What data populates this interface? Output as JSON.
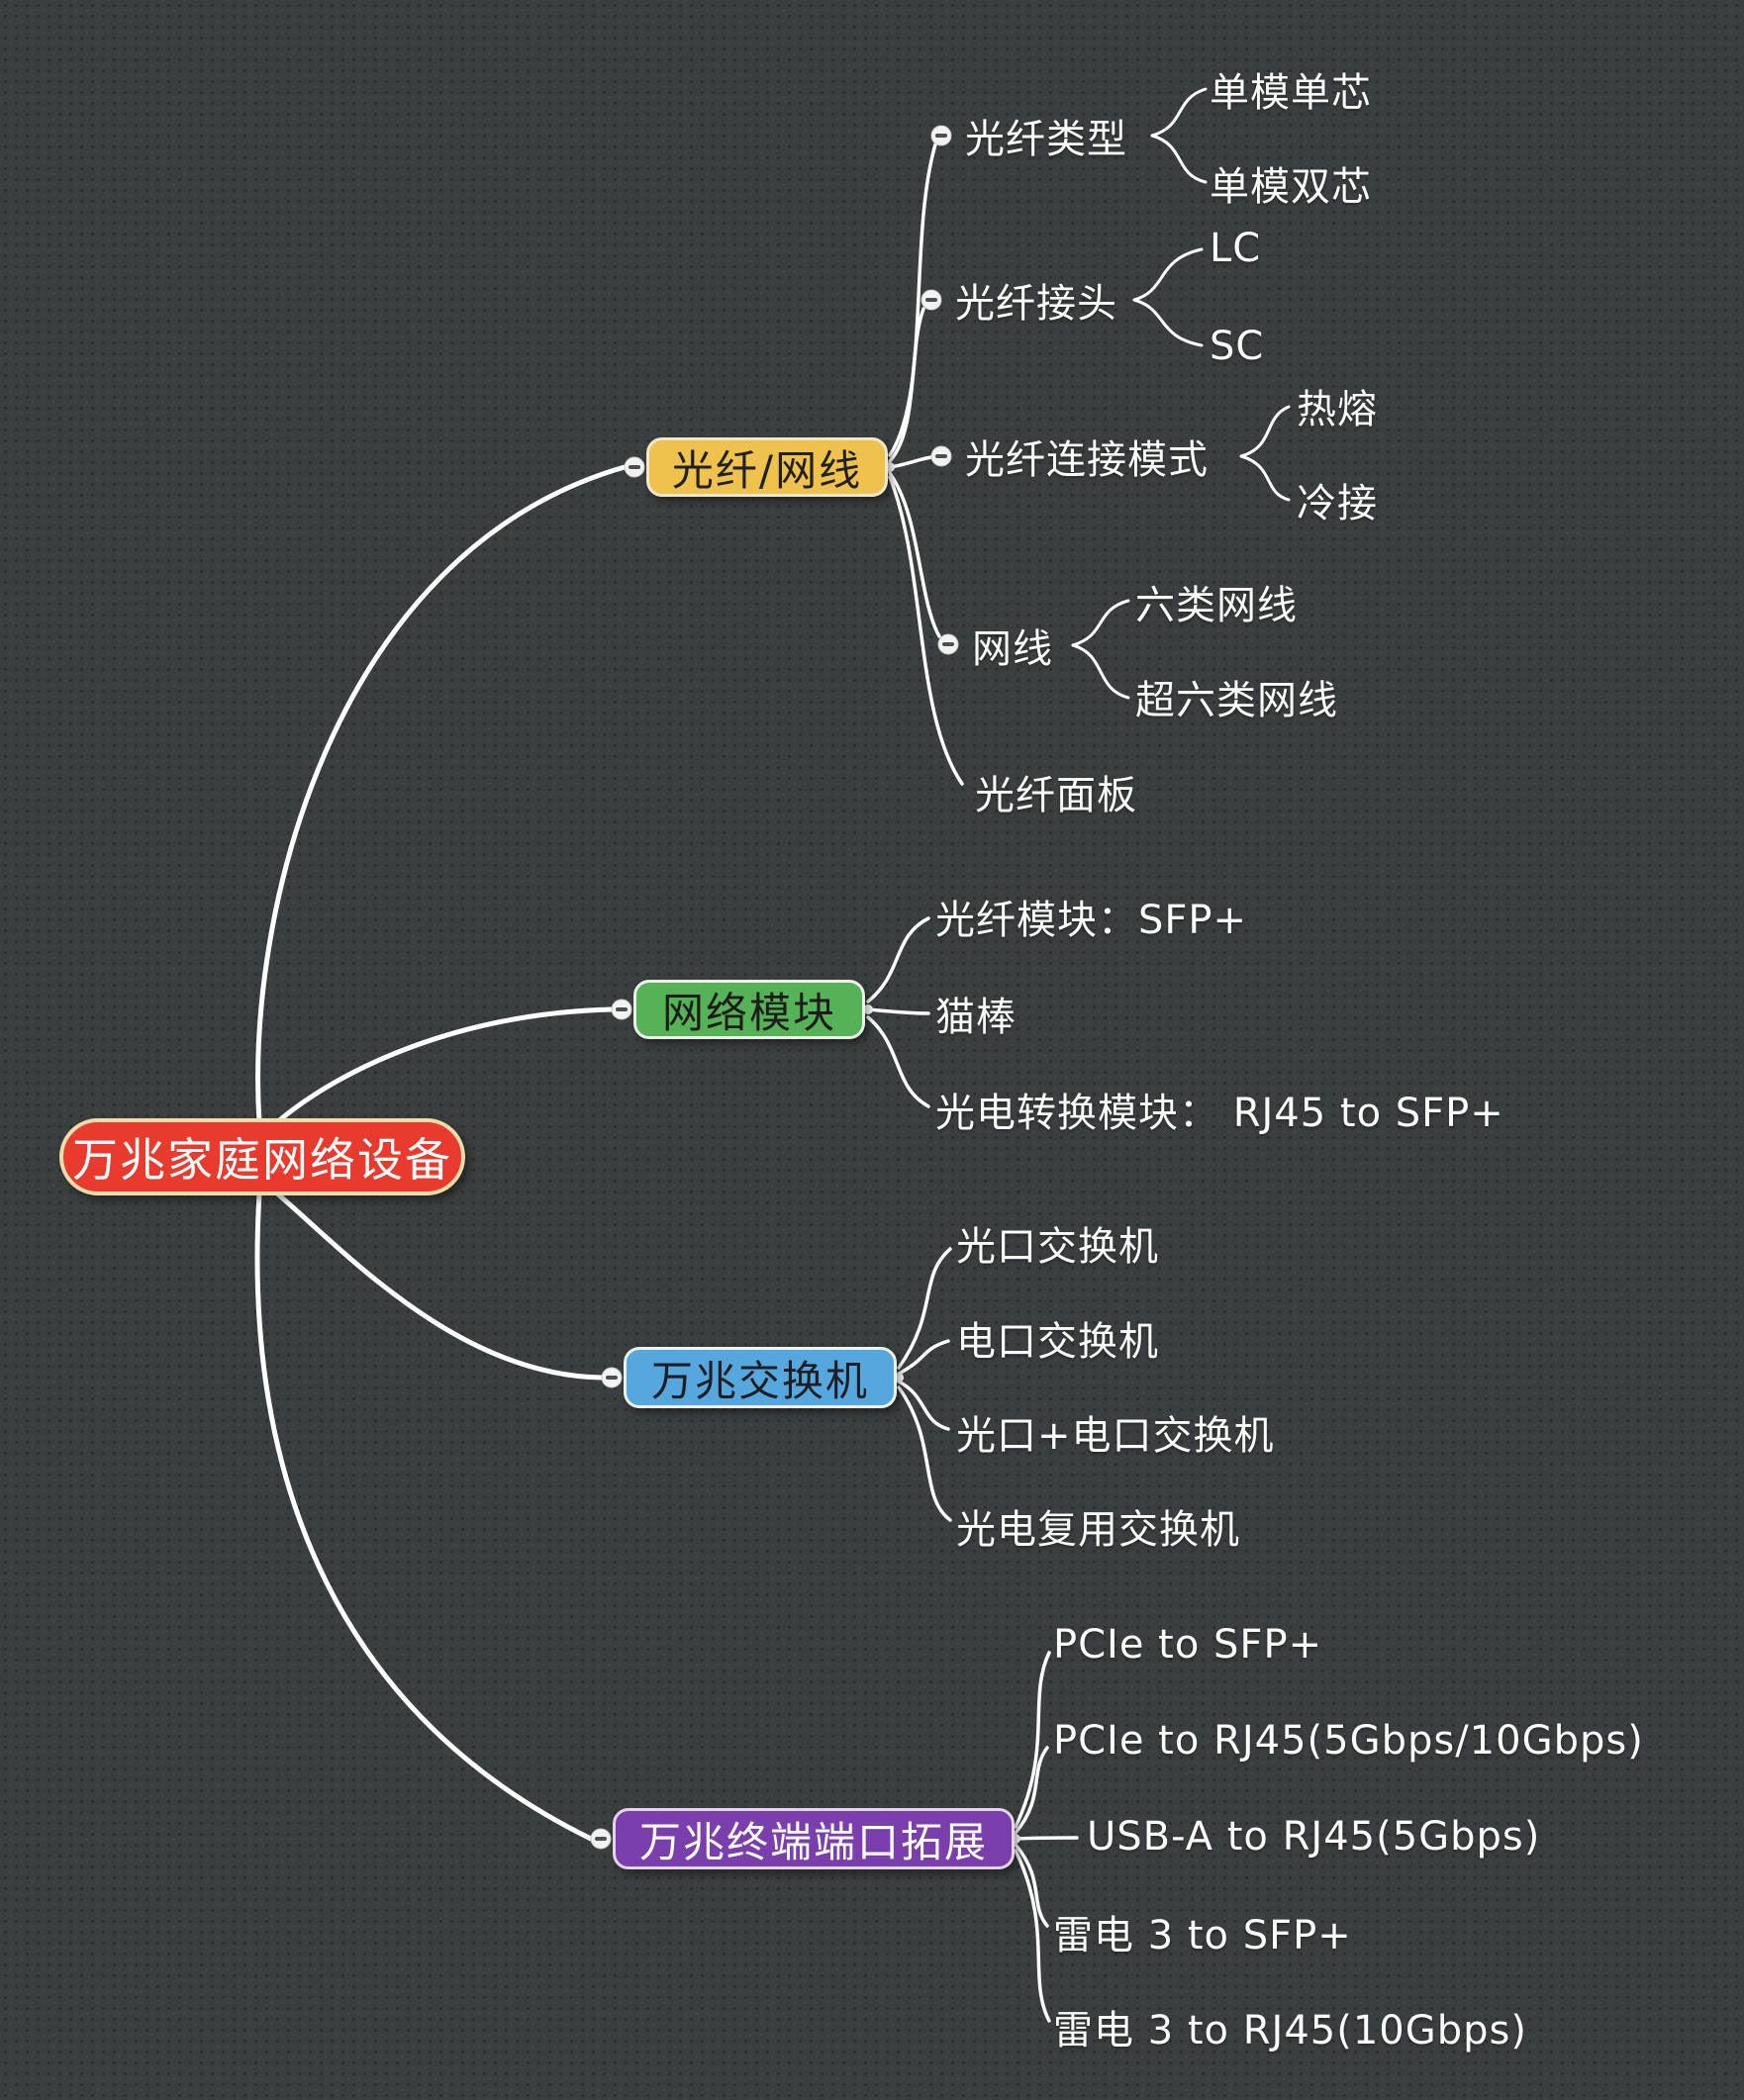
{
  "root": {
    "label": "万兆家庭网络设备"
  },
  "branches": [
    {
      "label": "光纤/网线",
      "children": [
        {
          "label": "光纤类型",
          "children": [
            {
              "label": "单模单芯"
            },
            {
              "label": "单模双芯"
            }
          ]
        },
        {
          "label": "光纤接头",
          "children": [
            {
              "label": "LC"
            },
            {
              "label": "SC"
            }
          ]
        },
        {
          "label": "光纤连接模式",
          "children": [
            {
              "label": "热熔"
            },
            {
              "label": "冷接"
            }
          ]
        },
        {
          "label": "网线",
          "children": [
            {
              "label": "六类网线"
            },
            {
              "label": "超六类网线"
            }
          ]
        },
        {
          "label": "光纤面板",
          "children": []
        }
      ]
    },
    {
      "label": "网络模块",
      "children": [
        {
          "label": "光纤模块：SFP+"
        },
        {
          "label": "猫棒"
        },
        {
          "label": "光电转换模块： RJ45 to SFP+"
        }
      ]
    },
    {
      "label": "万兆交换机",
      "children": [
        {
          "label": "光口交换机"
        },
        {
          "label": "电口交换机"
        },
        {
          "label": "光口+电口交换机"
        },
        {
          "label": "光电复用交换机"
        }
      ]
    },
    {
      "label": "万兆终端端口拓展",
      "children": [
        {
          "label": "PCIe to SFP+"
        },
        {
          "label": "PCIe to RJ45(5Gbps/10Gbps)"
        },
        {
          "label": "USB-A to RJ45(5Gbps)"
        },
        {
          "label": "雷电 3 to SFP+"
        },
        {
          "label": "雷电 3 to RJ45(10Gbps)"
        }
      ]
    }
  ],
  "colors": {
    "background": "#3b3e3e",
    "line": "#ffffff",
    "root_fill": "#e93a2e",
    "root_border": "#eedcab",
    "root_text": "#ffffff",
    "branch_yellow": "#eec24d",
    "branch_green": "#56b257",
    "branch_blue": "#55a7de",
    "branch_purple": "#7a3fad",
    "leaf_text": "#fbfbfb"
  }
}
